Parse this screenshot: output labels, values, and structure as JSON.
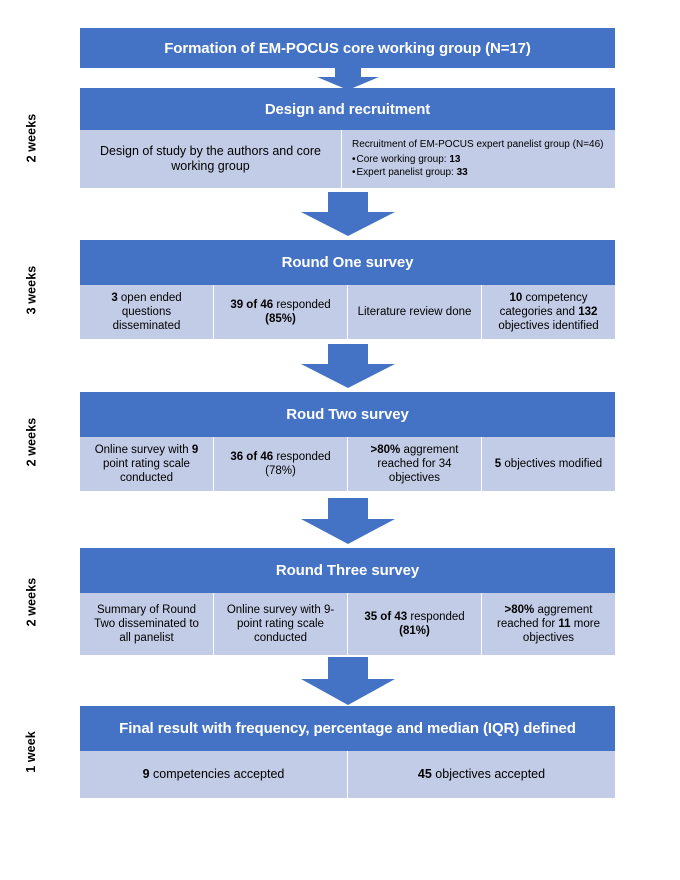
{
  "diagram": {
    "title": "EM-POCUS Delphi process flowchart",
    "colors": {
      "header_blue": "#4472C4",
      "body_blue": "#C2CCE6",
      "arrow_blue": "#4472C4",
      "header_text": "#FFFFFF",
      "body_text": "#000000",
      "page_background": "#FFFFFF"
    },
    "time_labels": [
      {
        "id": "time-2-weeks-design",
        "text": "2 weeks"
      },
      {
        "id": "time-3-weeks-round-one",
        "text": "3 weeks"
      },
      {
        "id": "time-2-weeks-round-two",
        "text": "2 weeks"
      },
      {
        "id": "time-2-weeks-round-three",
        "text": "2 weeks"
      },
      {
        "id": "time-1-week-final",
        "text": "1 week"
      }
    ],
    "stages": [
      {
        "id": "stage-formation",
        "header": "Formation of EM-POCUS core working group (N=17)",
        "cells": []
      },
      {
        "id": "stage-design-recruitment",
        "header": "Design and recruitment",
        "cells": [
          {
            "id": "cell-design-of-study",
            "text": "Design of study by the authors and core working group"
          },
          {
            "id": "cell-recruitment",
            "bullet_title": "Recruitment of EM-POCUS expert panelist group (N=46)",
            "bullets": [
              {
                "label": "Core working group: ",
                "value": "13"
              },
              {
                "label": "Expert panelist group: ",
                "value": "33"
              }
            ]
          }
        ]
      },
      {
        "id": "stage-round-one",
        "header": "Round One survey",
        "cells": [
          {
            "id": "cell-r1-questions",
            "pre": "3",
            "post": " open ended questions disseminated"
          },
          {
            "id": "cell-r1-response",
            "pre": "39 of 46",
            "post": " responded",
            "bold_suffix": "(85%)"
          },
          {
            "id": "cell-r1-literature",
            "text": "Literature review done"
          },
          {
            "id": "cell-r1-competencies",
            "pre": "10",
            "mid": " competency categories and ",
            "pre2": "132",
            "post": " objectives identified"
          }
        ]
      },
      {
        "id": "stage-round-two",
        "header": "Roud Two survey",
        "cells": [
          {
            "id": "cell-r2-online-survey",
            "text": "Online survey with 9 point rating scale conducted",
            "pre_inline": "Online survey with ",
            "bold_inline": "9",
            "post_inline": " point rating scale conducted"
          },
          {
            "id": "cell-r2-response",
            "pre": "36 of 46",
            "post": " responded",
            "bold_suffix": "(78%)"
          },
          {
            "id": "cell-r2-agreement",
            "pre": ">80%",
            "post": " aggrement reached for 34 objectives"
          },
          {
            "id": "cell-r2-modified",
            "pre": "5",
            "post": " objectives modified"
          }
        ]
      },
      {
        "id": "stage-round-three",
        "header": "Round Three survey",
        "cells": [
          {
            "id": "cell-r3-summary",
            "text": "Summary of Round Two disseminated to all panelist"
          },
          {
            "id": "cell-r3-online-survey",
            "text": "Online survey with 9-point rating scale conducted"
          },
          {
            "id": "cell-r3-response",
            "pre": "35 of 43",
            "post": " responded",
            "bold_suffix": "(81%)"
          },
          {
            "id": "cell-r3-agreement",
            "pre": ">80%",
            "mid": " aggrement reached for ",
            "pre2": "11",
            "post": " more objectives"
          }
        ]
      },
      {
        "id": "stage-final-result",
        "header": "Final result with frequency, percentage and median (IQR) defined",
        "cells": [
          {
            "id": "cell-final-competencies",
            "pre": "9",
            "post": " competencies accepted"
          },
          {
            "id": "cell-final-objectives",
            "pre": "45",
            "post": " objectives accepted"
          }
        ]
      }
    ],
    "arrows": [
      {
        "id": "arrow-formation-to-design",
        "size": "small"
      },
      {
        "id": "arrow-design-to-round-one",
        "size": "large"
      },
      {
        "id": "arrow-round-one-to-round-two",
        "size": "large"
      },
      {
        "id": "arrow-round-two-to-round-three",
        "size": "large"
      },
      {
        "id": "arrow-round-three-to-final",
        "size": "large"
      }
    ]
  }
}
